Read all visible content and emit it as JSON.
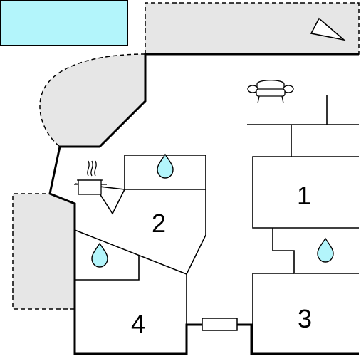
{
  "colors": {
    "pool": "#b3f5fb",
    "terrace": "#e6e6e6",
    "wall": "#000000",
    "water_drop": "#b3f5fb",
    "background": "#ffffff"
  },
  "areas": [
    "pool",
    "terrace-top-right",
    "terrace-left-oval",
    "terrace-bottom-left"
  ],
  "rooms": [
    {
      "id": "room-1",
      "label": "1"
    },
    {
      "id": "room-2",
      "label": "2"
    },
    {
      "id": "room-3",
      "label": "3"
    },
    {
      "id": "room-4",
      "label": "4"
    }
  ],
  "icons": [
    "sofa-icon",
    "kitchen-pot-icon",
    "water-drop-icon",
    "compass-arrow-icon",
    "window-icon"
  ]
}
